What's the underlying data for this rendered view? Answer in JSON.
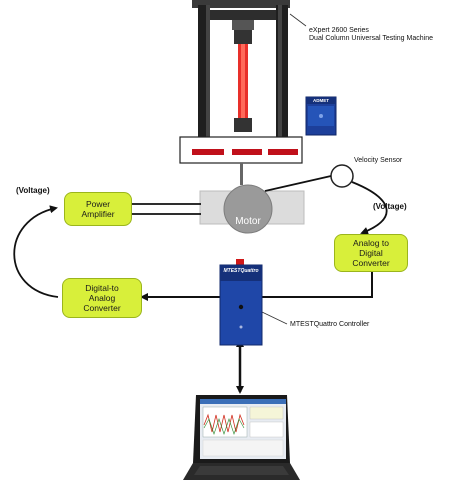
{
  "machine": {
    "line1": "eXpert 2600 Series",
    "line2": "Dual Column Universal Testing Machine"
  },
  "blocks": {
    "power_amplifier": [
      "Power",
      "Amplifier"
    ],
    "motor": "Motor",
    "analog_to_digital": [
      "Analog to",
      "Digital",
      "Converter"
    ],
    "digital_to_analog": [
      "Digital-to",
      "Analog",
      "Converter"
    ]
  },
  "labels": {
    "velocity_sensor": "Velocity Sensor",
    "voltage_left": "(Voltage)",
    "voltage_right": "(Voltage)",
    "controller": "MTESTQuattro Controller",
    "controller_brand": "MTESTQuattro",
    "cabinet_brand": "ADMET"
  },
  "colors": {
    "block_fill": "#d8ef3a",
    "block_border": "#9bb51c",
    "arrow": "#111111",
    "specimen": "#e8302a"
  }
}
